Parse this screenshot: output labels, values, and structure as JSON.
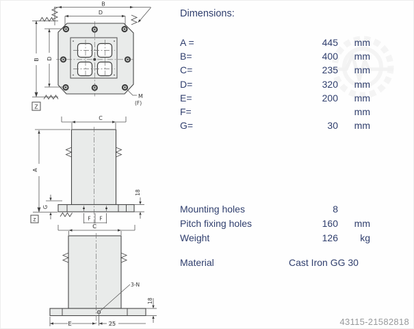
{
  "title": "Dimensions:",
  "dimensions": {
    "rows": [
      {
        "label": "A =",
        "value": "445",
        "unit": "mm"
      },
      {
        "label": "B=",
        "value": "400",
        "unit": "mm"
      },
      {
        "label": "C=",
        "value": "235",
        "unit": "mm"
      },
      {
        "label": "D=",
        "value": "320",
        "unit": "mm"
      },
      {
        "label": "E=",
        "value": "200",
        "unit": "mm"
      },
      {
        "label": "F=",
        "value": "",
        "unit": "mm"
      },
      {
        "label": "G=",
        "value": "30",
        "unit": "mm"
      }
    ]
  },
  "specs": {
    "rows": [
      {
        "label": "Mounting holes",
        "value": "8",
        "unit": ""
      },
      {
        "label": "Pitch fixing holes",
        "value": "160",
        "unit": "mm"
      },
      {
        "label": "Weight",
        "value": "126",
        "unit": "kg"
      }
    ],
    "material": {
      "label": "Material",
      "value": "Cast Iron GG 30"
    }
  },
  "drawing": {
    "labels": {
      "b_top": "B",
      "d_top": "D",
      "b_left": "B",
      "d_left": "D",
      "z_datum": "Z",
      "m": "M",
      "f_paren": "(F)",
      "c_mid": "C",
      "a": "A",
      "g": "G",
      "t18_mid": "18",
      "f1": "F",
      "f2": "F",
      "z_small": "z",
      "c_bot": "C",
      "n3": "3-N",
      "t18_bot": "18",
      "e": "E",
      "t25": "25"
    }
  },
  "footer": {
    "doc_id": "43115-21582818"
  },
  "colors": {
    "text_navy": "#2f3e6d",
    "line": "#4a4a4a",
    "fill_gray": "#e9ebea",
    "id_gray": "#97999b"
  }
}
